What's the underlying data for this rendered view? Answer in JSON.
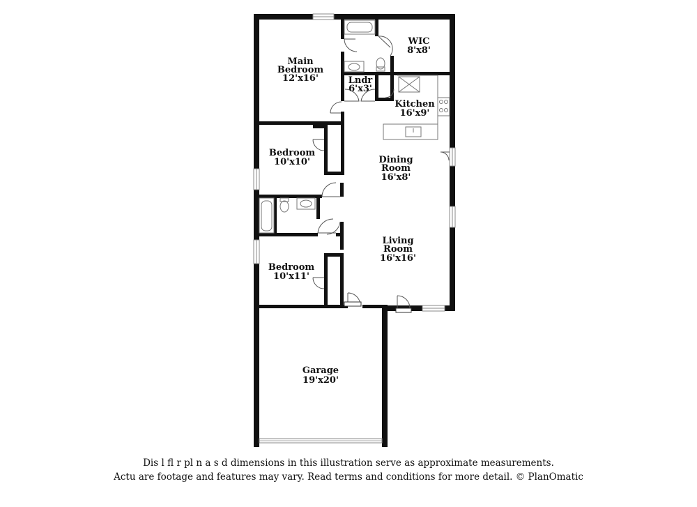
{
  "rooms": {
    "main_bedroom": {
      "line1": "Main",
      "line2": "Bedroom",
      "size": "12'x16'"
    },
    "wic": {
      "name": "WIC",
      "size": "8'x8'"
    },
    "laundry": {
      "name": "Lndr",
      "size": "6'x3'"
    },
    "kitchen": {
      "name": "Kitchen",
      "size": "16'x9'"
    },
    "bedroom_2": {
      "name": "Bedroom",
      "size": "10'x10'"
    },
    "dining": {
      "line1": "Dining",
      "line2": "Room",
      "size": "16'x8'"
    },
    "living": {
      "line1": "Living",
      "line2": "Room",
      "size": "16'x16'"
    },
    "bedroom_3": {
      "name": "Bedroom",
      "size": "10'x11'"
    },
    "garage": {
      "name": "Garage",
      "size": "19'x20'"
    }
  },
  "disclaimer": {
    "line1": "Dis      l   fl  r pl n  a   s   d dimensions in this illustration serve as approximate measurements.",
    "line2": "Actu      are footage and features may vary. Read terms and conditions for more detail. © PlanOmatic"
  },
  "colors": {
    "wall": "#111111",
    "fixture": "#777777",
    "window": "#888888",
    "background": "#ffffff"
  }
}
